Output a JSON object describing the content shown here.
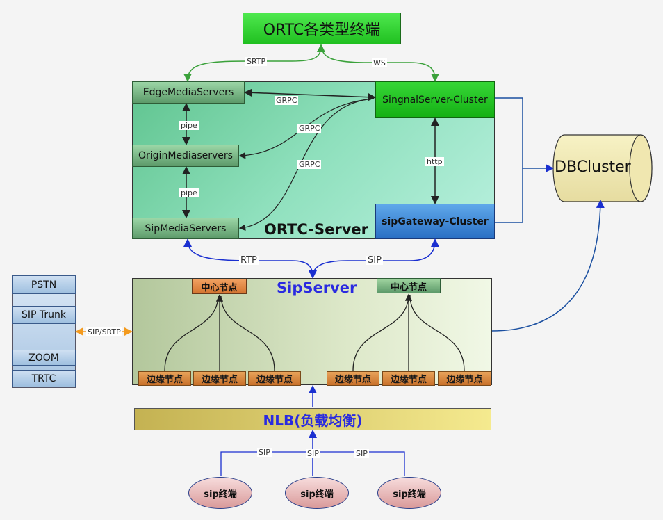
{
  "top": {
    "label": "ORTC各类型终端"
  },
  "ortc_server": {
    "title": "ORTC-Server",
    "edge_media": "EdgeMediaServers",
    "origin_media": "OriginMediaservers",
    "sip_media": "SipMediaServers",
    "signal_cluster": "SingnalServer-Cluster",
    "gateway_cluster": "sipGateway-Cluster"
  },
  "db": {
    "label": "DBCluster"
  },
  "sip_server": {
    "title": "SipServer",
    "center_left": "中心节点",
    "center_right": "中心节点",
    "edge_nodes": [
      "边缘节点",
      "边缘节点",
      "边缘节点",
      "边缘节点",
      "边缘节点",
      "边缘节点"
    ]
  },
  "nlb": {
    "label": "NLB(负载均衡)"
  },
  "left_panel": {
    "items": [
      "PSTN",
      "SIP Trunk",
      "ZOOM",
      "TRTC"
    ]
  },
  "sip_terminals": [
    "sip终端",
    "sip终端",
    "sip终端"
  ],
  "edge_labels": {
    "srtp": "SRTP",
    "ws": "WS",
    "grpc1": "GRPC",
    "grpc2": "GRPC",
    "grpc3": "GRPC",
    "pipe1": "pipe",
    "pipe2": "pipe",
    "http": "http",
    "rtp": "RTP",
    "sip": "SIP",
    "sip_srtp": "SIP/SRTP",
    "sip_a": "SIP",
    "sip_b": "SIP",
    "sip_c": "SIP"
  },
  "colors": {
    "green_edge": "#3aa13a",
    "blue_edge": "#1a2fd0",
    "orange_edge": "#f39a1e",
    "black_edge": "#222222"
  }
}
